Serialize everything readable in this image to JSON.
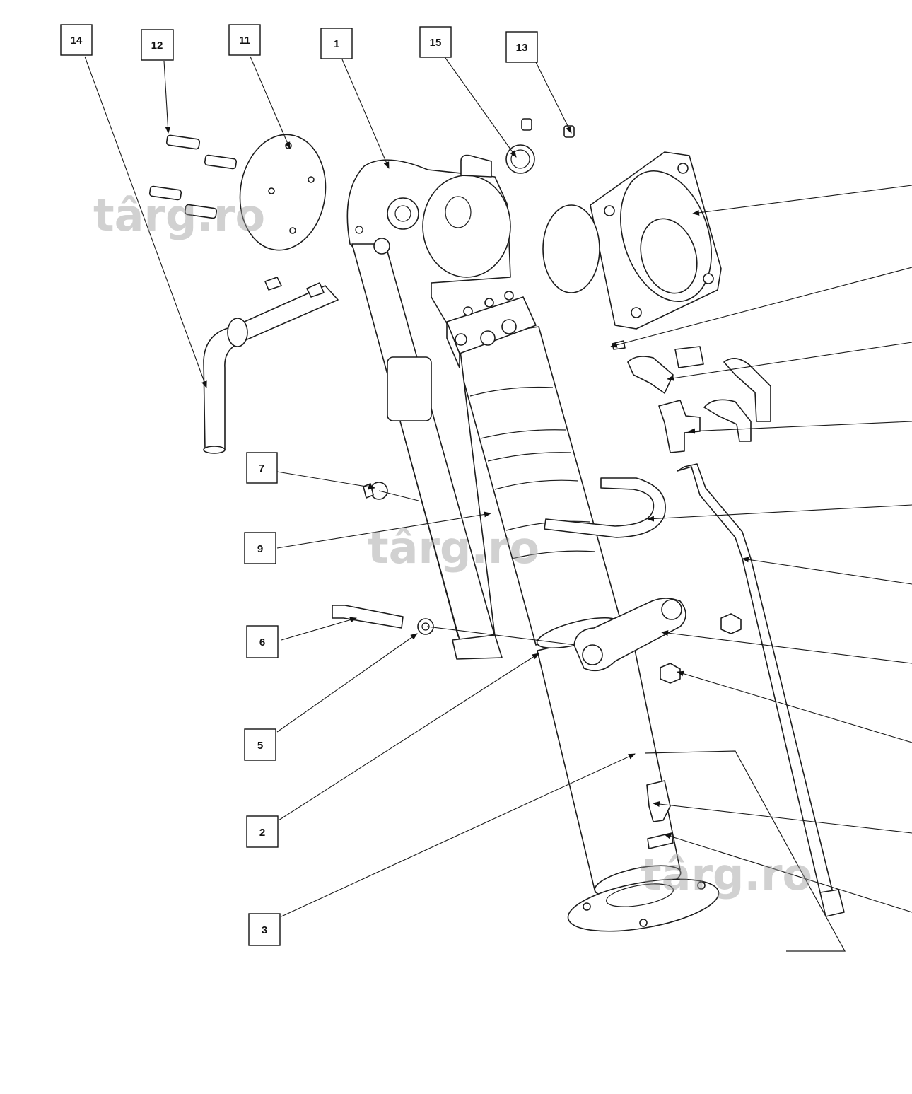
{
  "callouts": [
    {
      "label": "14"
    },
    {
      "label": "12"
    },
    {
      "label": "11"
    },
    {
      "label": "1"
    },
    {
      "label": "15"
    },
    {
      "label": "13"
    },
    {
      "label": "7"
    },
    {
      "label": "9"
    },
    {
      "label": "6"
    },
    {
      "label": "5"
    },
    {
      "label": "2"
    },
    {
      "label": "3"
    }
  ],
  "watermarks": [
    "târg.ro",
    "târg.ro",
    "târg.ro"
  ],
  "colors": {
    "line": "#1c1c1c",
    "watermark": "#9a9a9a",
    "background": "#ffffff"
  }
}
